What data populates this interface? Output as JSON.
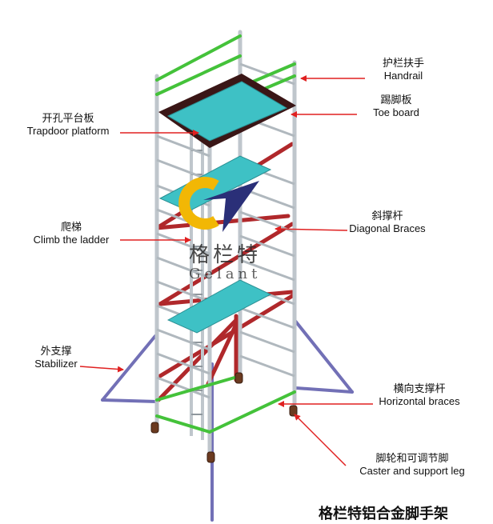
{
  "labels": {
    "handrail": {
      "cn": "护栏扶手",
      "en": "Handrail"
    },
    "toe_board": {
      "cn": "踢脚板",
      "en": "Toe board"
    },
    "trapdoor": {
      "cn": "开孔平台板",
      "en": "Trapdoor platform"
    },
    "diagonal": {
      "cn": "斜撑杆",
      "en": "Diagonal Braces"
    },
    "ladder": {
      "cn": "爬梯",
      "en": "Climb the ladder"
    },
    "stabilizer": {
      "cn": "外支撑",
      "en": "Stabilizer"
    },
    "horizontal": {
      "cn": "横向支撑杆",
      "en": "Horizontal braces"
    },
    "caster": {
      "cn": "脚轮和可调节脚",
      "en": "Caster and support leg"
    }
  },
  "brand": {
    "cn": "格栏特",
    "en": "Gelant"
  },
  "footer_title": "格栏特铝合金脚手架",
  "colors": {
    "frame": "#bfc6cc",
    "frame_edge": "#6d757b",
    "green_rail": "#44c23a",
    "red_brace": "#b0282b",
    "platform": "#3ec1c5",
    "toe_board": "#3a1616",
    "stabilizer": "#7270b6",
    "arrow": "#e02020",
    "logo_yellow": "#f2b705",
    "logo_navy": "#2a2f78"
  }
}
